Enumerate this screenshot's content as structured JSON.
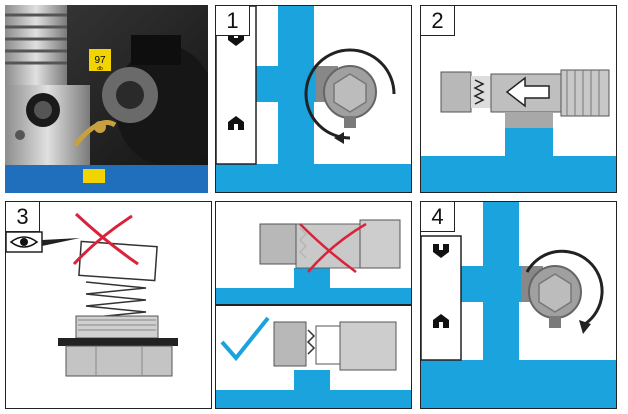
{
  "steps": {
    "one": "1",
    "two": "2",
    "three": "3",
    "four": "4"
  },
  "photo": {
    "label_pressure": "97",
    "label_unit": "db"
  },
  "colors": {
    "blue": "#1aa3dd",
    "cross": "#d9233a",
    "check": "#1aa3dd",
    "metal": "#b8b8b8",
    "dark": "#222222"
  },
  "icons": {
    "wrench": "wrench-icon",
    "eye": "eye-icon",
    "arrow_clockwise": "clockwise-arrow-icon",
    "arrow_counterclockwise": "counterclockwise-arrow-icon",
    "cross": "cross-mark-icon",
    "check": "check-mark-icon"
  }
}
